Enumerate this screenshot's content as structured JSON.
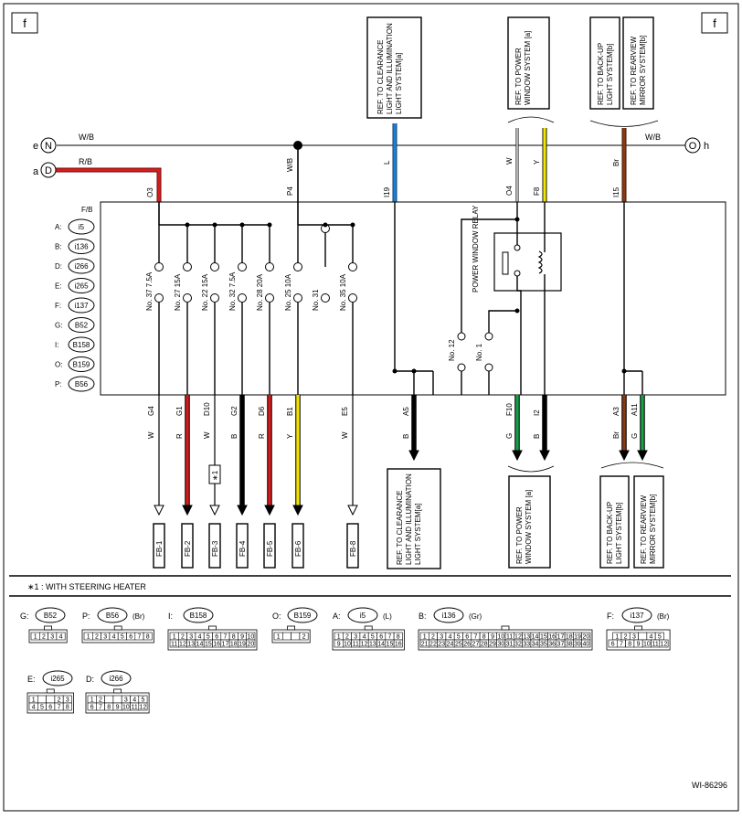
{
  "page": {
    "corner_left": "f",
    "corner_right": "f",
    "footnote": "∗1  : WITH STEERING HEATER",
    "figure_id": "WI-86296"
  },
  "colors": {
    "black": "#000000",
    "red": "#d81b1b",
    "dark_red": "#a51616",
    "blue": "#1e7fd8",
    "yellow": "#f2e600",
    "brown": "#8b3a12",
    "green": "#18a048",
    "white": "#ffffff",
    "grey": "#8c8c8c"
  },
  "terminals": {
    "e": {
      "letter": "e",
      "symbol": "N"
    },
    "a": {
      "letter": "a",
      "symbol": "D"
    },
    "h": {
      "letter": "h",
      "symbol": "O"
    }
  },
  "top_wires": {
    "e_color": "W/B",
    "a_color": "R/B",
    "h_color": "W/B",
    "o3": {
      "pin": "O3"
    },
    "p4": {
      "pin": "P4",
      "color": "W/B"
    },
    "i19": {
      "pin": "I19",
      "color": "L"
    },
    "o4": {
      "pin": "O4",
      "color": "W"
    },
    "f8": {
      "pin": "F8",
      "color": "Y"
    },
    "i15": {
      "pin": "I15",
      "color": "Br"
    }
  },
  "refs_top": {
    "clearance": "REF. TO CLEARANCE LIGHT AND ILLUMINATION LIGHT SYSTEM[a]",
    "power_window": "REF. TO POWER WINDOW SYSTEM [a]",
    "backup": "REF. TO BACK-UP LIGHT SYSTEM[b]",
    "rearview": "REF. TO REARVIEW MIRROR SYSTEM[b]"
  },
  "refs_bottom": {
    "clearance": "REF. TO CLEARANCE LIGHT AND ILLUMINATION LIGHT SYSTEM[a]",
    "power_window": "REF. TO POWER WINDOW SYSTEM [a]",
    "backup": "REF. TO BACK-UP LIGHT SYSTEM[b]",
    "rearview": "REF. TO REARVIEW MIRROR SYSTEM[b]"
  },
  "fuse_box": {
    "label": "F/B",
    "connector_keys": [
      {
        "key": "A:",
        "id": "i5"
      },
      {
        "key": "B:",
        "id": "i136"
      },
      {
        "key": "D:",
        "id": "i266"
      },
      {
        "key": "E:",
        "id": "i265"
      },
      {
        "key": "F:",
        "id": "i137"
      },
      {
        "key": "G:",
        "id": "B52"
      },
      {
        "key": "I:",
        "id": "B158"
      },
      {
        "key": "O:",
        "id": "B159"
      },
      {
        "key": "P:",
        "id": "B56"
      }
    ],
    "fuses": [
      "No. 37  7.5A",
      "No. 27  15A",
      "No. 22  15A",
      "No. 32  7.5A",
      "No. 28  20A",
      "No. 25  10A",
      "No. 31",
      "No. 35  10A"
    ],
    "relay_label": "POWER WINDOW RELAY",
    "no12": "No. 12",
    "no1": "No. 1"
  },
  "bottom_wires": [
    {
      "pin": "G4",
      "color": "W",
      "dest": "FB-1"
    },
    {
      "pin": "G1",
      "color": "R",
      "dest": "FB-2"
    },
    {
      "pin": "D10",
      "color": "W",
      "dest": "FB-3",
      "mark": "∗1"
    },
    {
      "pin": "G2",
      "color": "B",
      "dest": "FB-4"
    },
    {
      "pin": "D6",
      "color": "R",
      "dest": "FB-5"
    },
    {
      "pin": "B1",
      "color": "Y",
      "dest": "FB-6"
    },
    {
      "pin": "E5",
      "color": "W",
      "dest": "FB-8"
    },
    {
      "pin": "A5",
      "color": "B"
    },
    {
      "pin": "F10",
      "color": "G"
    },
    {
      "pin": "I2",
      "color": "B"
    },
    {
      "pin": "A3",
      "color": "Br"
    },
    {
      "pin": "A11",
      "color": "G"
    }
  ],
  "connector_views": [
    {
      "key": "G:",
      "id": "B52",
      "color": "",
      "rows": [
        [
          "1",
          "2",
          "3",
          "4"
        ]
      ]
    },
    {
      "key": "P:",
      "id": "B56",
      "color": "(Br)",
      "rows": [
        [
          "1",
          "2",
          "3",
          "4",
          "5",
          "6",
          "7",
          "8"
        ]
      ]
    },
    {
      "key": "I:",
      "id": "B158",
      "color": "",
      "rows": [
        [
          "1",
          "2",
          "3",
          "4",
          "5",
          "6",
          "7",
          "8",
          "9",
          "10"
        ],
        [
          "11",
          "12",
          "13",
          "14",
          "15",
          "16",
          "17",
          "18",
          "19",
          "20"
        ]
      ]
    },
    {
      "key": "O:",
      "id": "B159",
      "color": "",
      "rows": [
        [
          "1",
          "",
          "",
          "2"
        ]
      ]
    },
    {
      "key": "A:",
      "id": "i5",
      "color": "(L)",
      "rows": [
        [
          "1",
          "2",
          "3",
          "4",
          "5",
          "6",
          "7",
          "8"
        ],
        [
          "9",
          "10",
          "11",
          "12",
          "13",
          "14",
          "15",
          "16"
        ]
      ]
    },
    {
      "key": "B:",
      "id": "i136",
      "color": "(Gr)",
      "rows": [
        [
          "1",
          "2",
          "3",
          "4",
          "5",
          "6",
          "7",
          "8",
          "9",
          "10",
          "11",
          "12",
          "13",
          "14",
          "15",
          "16",
          "17",
          "18",
          "19",
          "20"
        ],
        [
          "21",
          "22",
          "23",
          "24",
          "25",
          "26",
          "27",
          "28",
          "29",
          "30",
          "31",
          "32",
          "33",
          "34",
          "35",
          "36",
          "37",
          "38",
          "39",
          "40"
        ]
      ]
    },
    {
      "key": "F:",
      "id": "i137",
      "color": "(Br)",
      "rows": [
        [
          "1",
          "2",
          "3",
          "",
          "4",
          "5"
        ],
        [
          "6",
          "7",
          "8",
          "9",
          "10",
          "11",
          "12"
        ]
      ]
    },
    {
      "key": "E:",
      "id": "i265",
      "color": "",
      "rows": [
        [
          "1",
          "",
          "",
          "2",
          "3"
        ],
        [
          "4",
          "5",
          "6",
          "7",
          "8"
        ]
      ]
    },
    {
      "key": "D:",
      "id": "i266",
      "color": "",
      "rows": [
        [
          "1",
          "2",
          "",
          "",
          "3",
          "4",
          "5"
        ],
        [
          "6",
          "7",
          "8",
          "9",
          "10",
          "11",
          "12"
        ]
      ]
    }
  ]
}
